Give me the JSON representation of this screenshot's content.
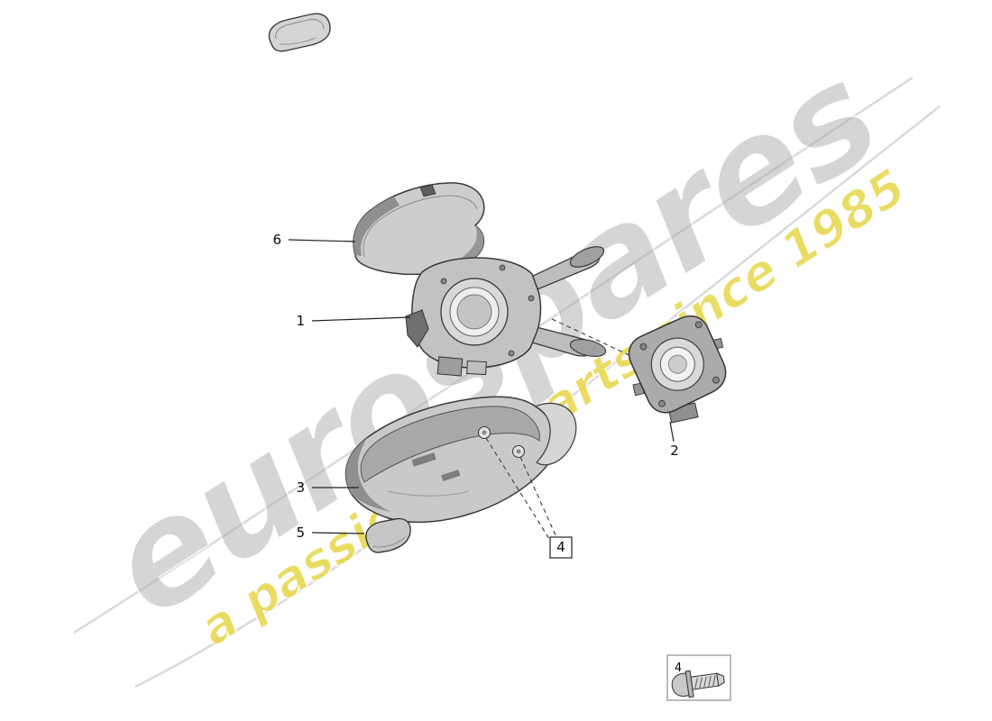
{
  "watermark": {
    "brand": "eurospares",
    "tagline": "a passion for parts since 1985"
  },
  "colors": {
    "brand_gray": "#b3b3b3",
    "tagline_yellow": "#e8d84e",
    "line_dark": "#3a3a3a",
    "part_fill_light": "#cdcdcd",
    "part_fill_dark": "#8f8f8f"
  },
  "callouts": {
    "part1": "1",
    "part2": "2",
    "part3": "3",
    "part4": "4",
    "part4_legend": "4",
    "part5": "5",
    "part6": "6"
  }
}
